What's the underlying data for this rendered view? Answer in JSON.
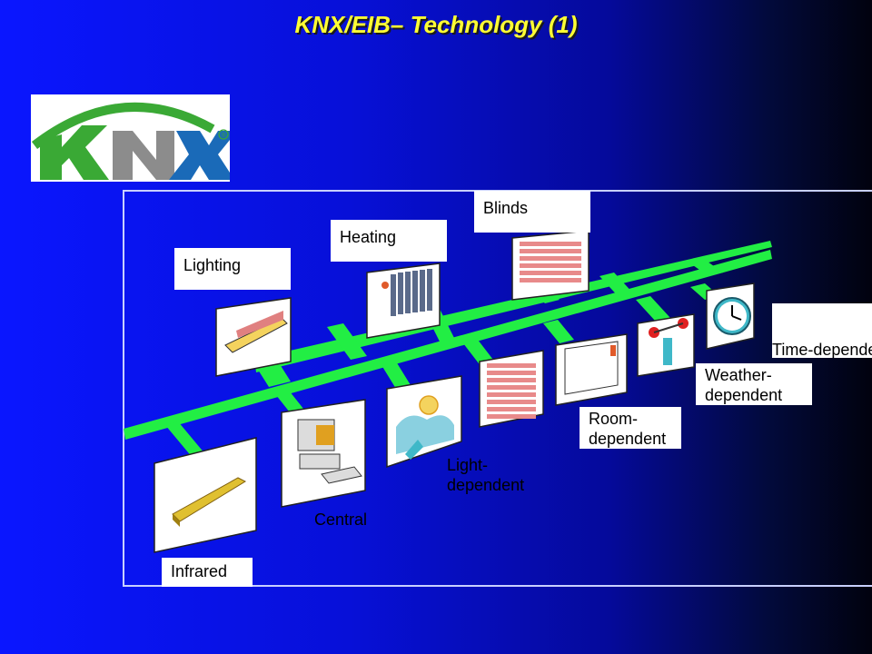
{
  "slide": {
    "title": "KNX/EIB– Technology (1)",
    "logo_text": "KNX",
    "logo_mark": "®"
  },
  "labels": {
    "lighting": "Lighting",
    "heating": "Heating",
    "blinds": "Blinds",
    "infrared": "Infrared",
    "central": "Central",
    "light_dependent": "Light-\ndependent",
    "room_dependent": "Room-\ndependent",
    "weather_dependent": "Weather-\ndependent",
    "time_dependent": "Time-dependent"
  },
  "colors": {
    "bus": "#22ee44",
    "title": "#ffff33",
    "logo_green": "#3aa935",
    "logo_gray": "#8c8c8c"
  },
  "icons": [
    "lamp-icon",
    "radiator-icon",
    "blind-icon",
    "infrared-sensor-icon",
    "computer-icon",
    "sun-icon",
    "blind-icon",
    "room-sensor-icon",
    "weather-station-icon",
    "clock-icon"
  ]
}
